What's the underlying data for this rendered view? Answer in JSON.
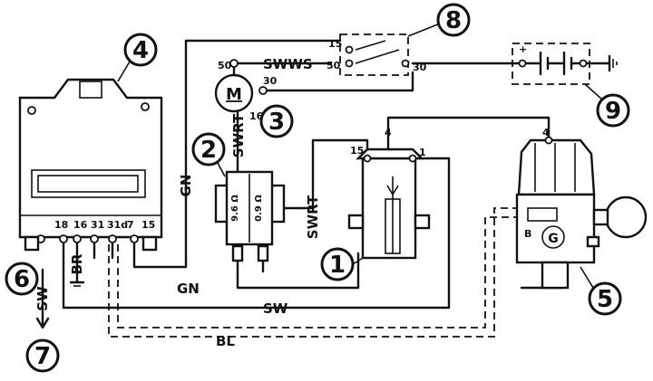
{
  "callouts": {
    "c1": "1",
    "c2": "2",
    "c3": "3",
    "c4": "4",
    "c5": "5",
    "c6": "6",
    "c7": "7",
    "c8": "8",
    "c9": "9"
  },
  "wire_labels": {
    "swws": "SWWS",
    "gn_vertical": "GN",
    "swrt_relay": "SWRT",
    "swrt_coil": "SWRT",
    "gn_bottom": "GN",
    "sw_bottom": "SW",
    "bl": "BL",
    "br": "BR",
    "sw_left": "SW"
  },
  "terminals": {
    "switch_15": "15",
    "switch_50_left": "50",
    "switch_50_inner": "50",
    "switch_30": "30",
    "motor_30": "30",
    "motor_16": "16",
    "motor_symbol": "M",
    "coil_15": "15",
    "coil_1": "1",
    "coil_4": "4",
    "dist_4": "4",
    "dist_b": "B",
    "dist_g": "G",
    "battery_plus": "+"
  },
  "ecu_pins": [
    "18",
    "16",
    "31",
    "31d",
    "7",
    "15"
  ],
  "relay_marks": {
    "left": "9.6 Ω",
    "right": "0.9 Ω"
  }
}
